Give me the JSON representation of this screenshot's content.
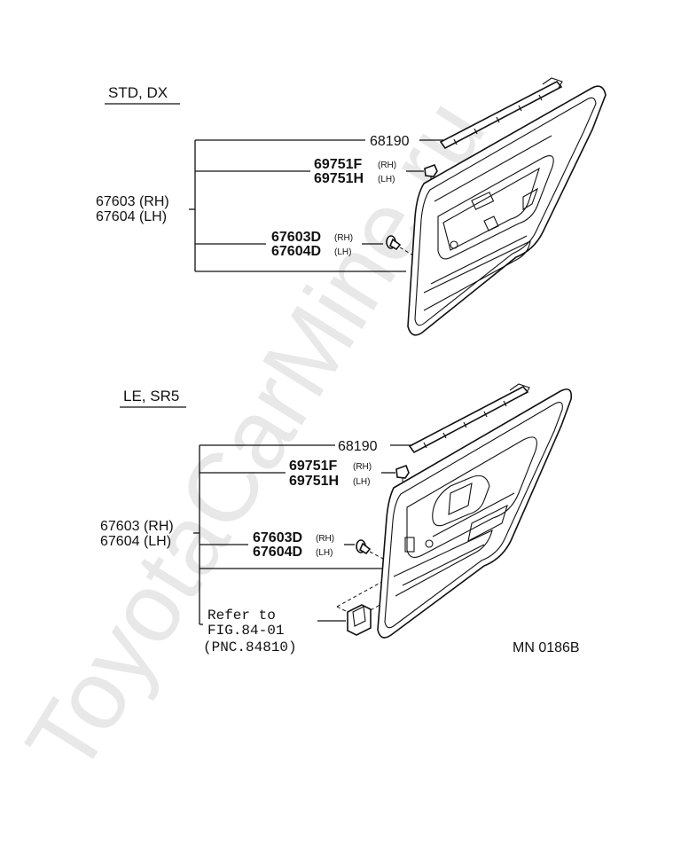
{
  "watermark": "ToyotaCarMine.ru",
  "figure_code": "MN 0186B",
  "sections": [
    {
      "header": "STD, DX",
      "parts": [
        {
          "code": "68190",
          "side": ""
        },
        {
          "code": "69751F",
          "side": "(RH)"
        },
        {
          "code": "69751H",
          "side": "(LH)"
        },
        {
          "code": "67603D",
          "side": "(RH)"
        },
        {
          "code": "67604D",
          "side": "(LH)"
        }
      ],
      "assembly": [
        "67603 (RH)",
        "67604 (LH)"
      ]
    },
    {
      "header": "LE, SR5",
      "parts": [
        {
          "code": "68190",
          "side": ""
        },
        {
          "code": "69751F",
          "side": "(RH)"
        },
        {
          "code": "69751H",
          "side": "(LH)"
        },
        {
          "code": "67603D",
          "side": "(RH)"
        },
        {
          "code": "67604D",
          "side": "(LH)"
        }
      ],
      "assembly": [
        "67603 (RH)",
        "67604 (LH)"
      ],
      "reference": [
        "Refer to",
        "FIG.84-01",
        "(PNC.84810)"
      ]
    }
  ]
}
